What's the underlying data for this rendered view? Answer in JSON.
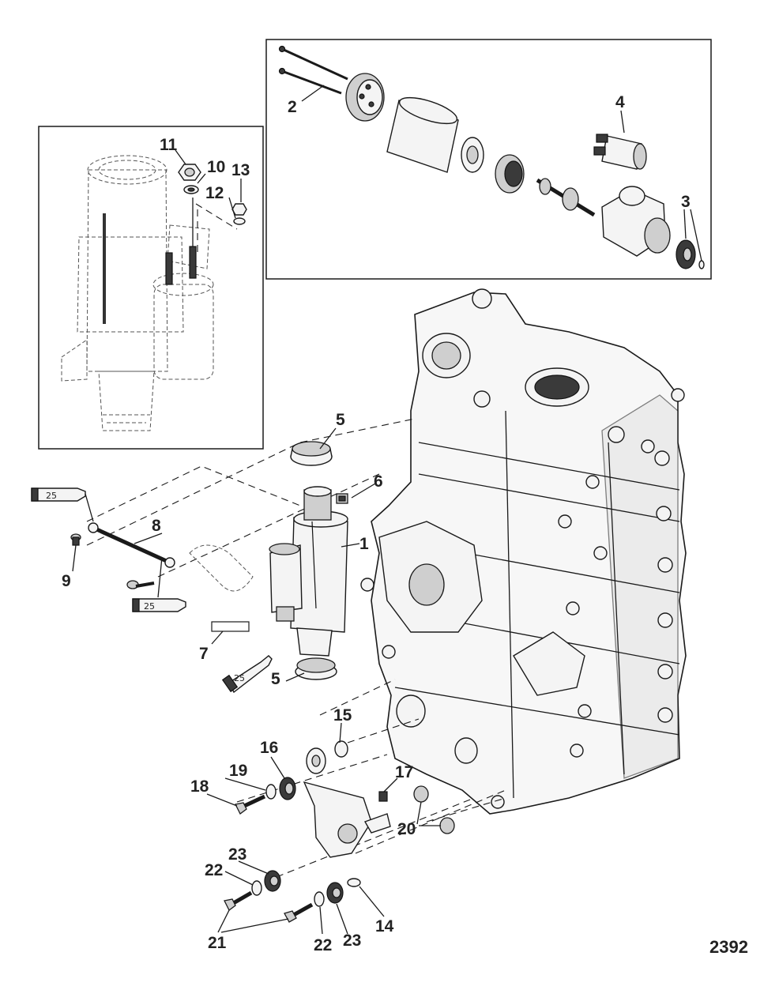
{
  "figure_number": "2392",
  "callouts": {
    "c1": "1",
    "c2": "2",
    "c3": "3",
    "c4": "4",
    "c5a": "5",
    "c5b": "5",
    "c6": "6",
    "c7": "7",
    "c8": "8",
    "c9": "9",
    "c10": "10",
    "c11": "11",
    "c12": "12",
    "c13": "13",
    "c14": "14",
    "c15": "15",
    "c16": "16",
    "c17": "17",
    "c18": "18",
    "c19": "19",
    "c20": "20",
    "c21": "21",
    "c22a": "22",
    "c22b": "22",
    "c23a": "23",
    "c23b": "23"
  },
  "tube_labels": {
    "t1": "25",
    "t2": "25",
    "t3": "25"
  }
}
